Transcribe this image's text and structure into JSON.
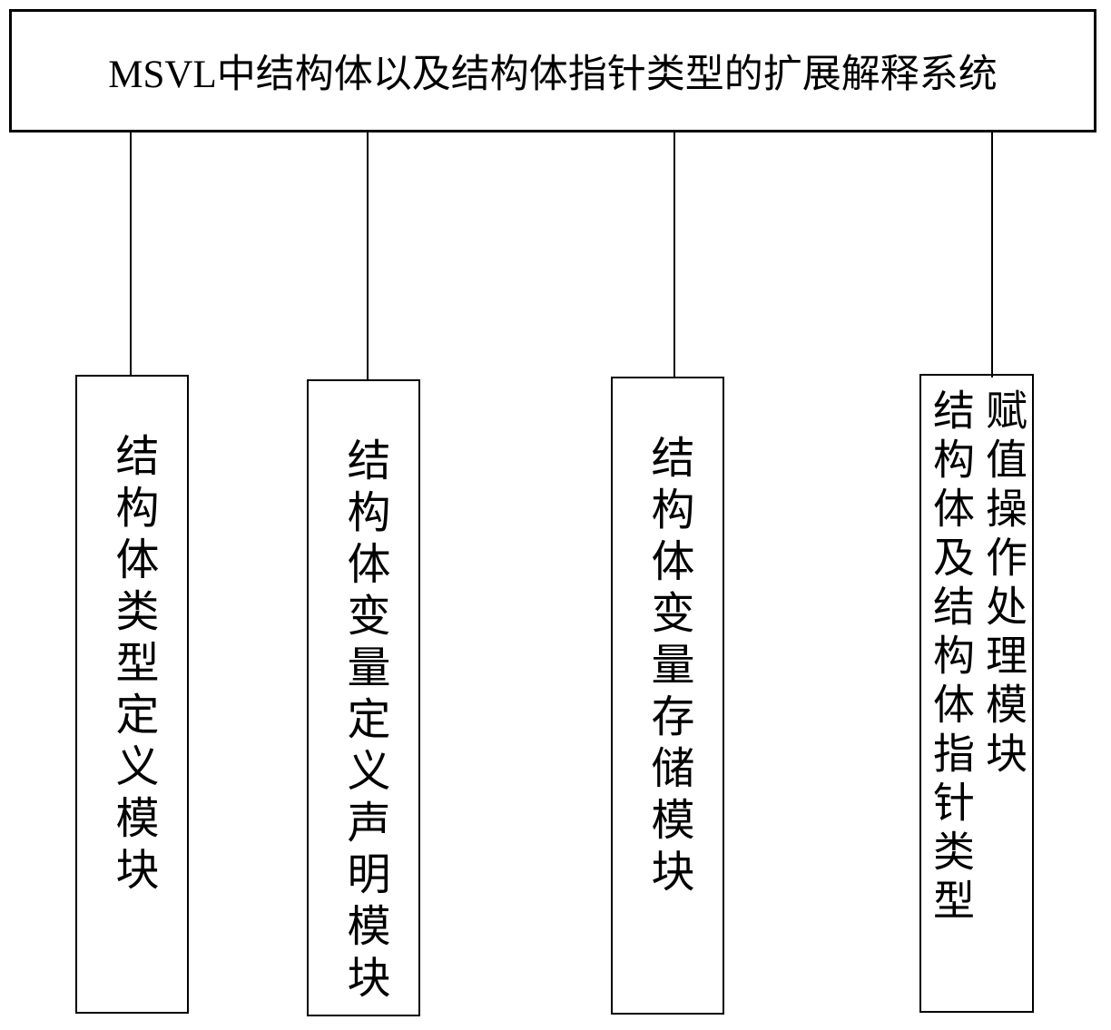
{
  "colors": {
    "ink": "#000000",
    "background": "#ffffff"
  },
  "figure": {
    "title": "MSVL中结构体以及结构体指针类型的扩展解释系统",
    "modules": [
      {
        "text": "结构体类型定义模块"
      },
      {
        "text": "结构体变量定义声明模块"
      },
      {
        "text": "结构体变量存储模块"
      },
      {
        "lines": [
          "结构体及结构体指针类型",
          "赋值操作处理模块"
        ]
      }
    ]
  }
}
